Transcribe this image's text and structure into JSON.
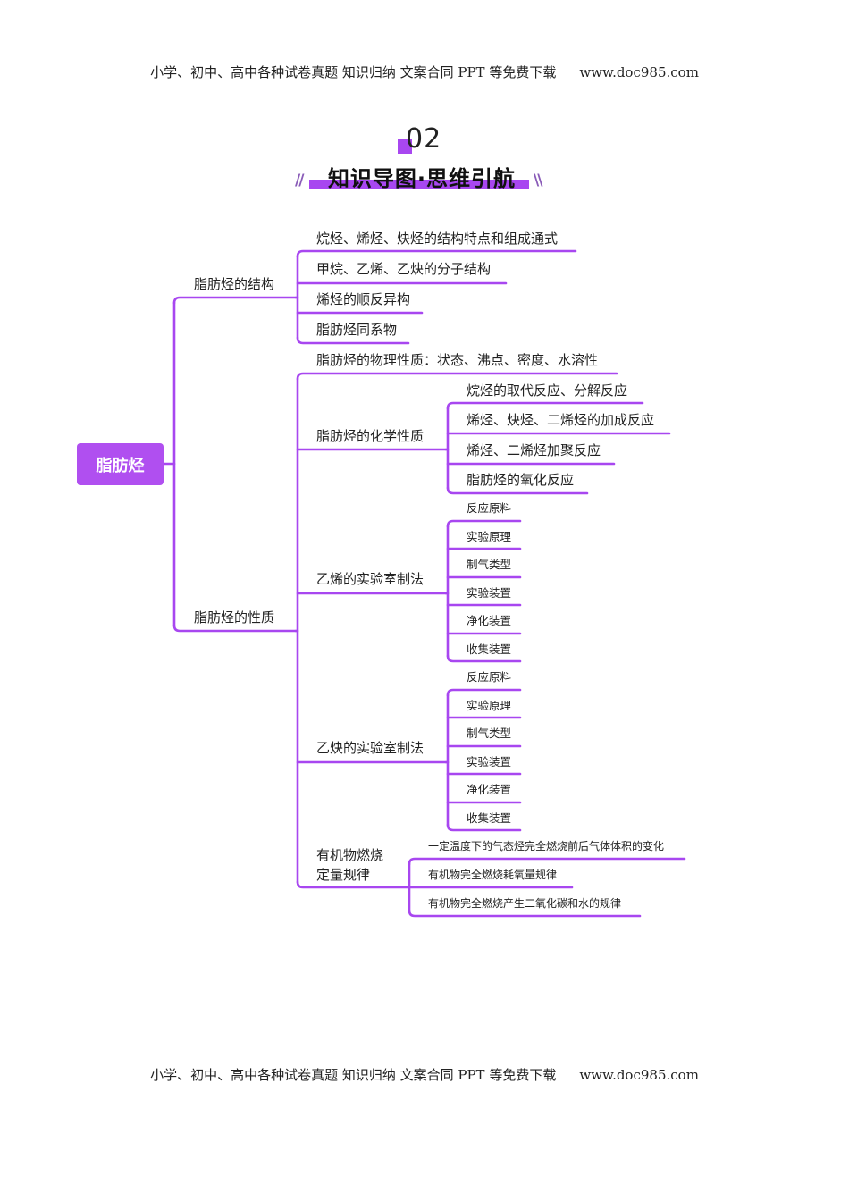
{
  "header": {
    "top_text": "小学、初中、高中各种试卷真题  知识归纳  文案合同  PPT 等免费下载",
    "top_url": "www.doc985.com",
    "bottom_text": "小学、初中、高中各种试卷真题  知识归纳  文案合同  PPT 等免费下载",
    "bottom_url": "www.doc985.com"
  },
  "title": {
    "number": "02",
    "text": "知识导图·思维引航",
    "slash_left": "//",
    "slash_right": "\\\\"
  },
  "colors": {
    "accent": "#a847f0",
    "root_fill": "#b04ff0"
  },
  "mindmap": {
    "root": "脂肪烃",
    "structure": {
      "label": "脂肪烃的结构",
      "items": [
        "烷烃、烯烃、炔烃的结构特点和组成通式",
        "甲烷、乙烯、乙炔的分子结构",
        "烯烃的顺反异构",
        "脂肪烃同系物"
      ]
    },
    "properties": {
      "label": "脂肪烃的性质",
      "physical": "脂肪烃的物理性质：状态、沸点、密度、水溶性",
      "chemical": {
        "label": "脂肪烃的化学性质",
        "items": [
          "烷烃的取代反应、分解反应",
          "烯烃、炔烃、二烯烃的加成反应",
          "烯烃、二烯烃加聚反应",
          "脂肪烃的氧化反应"
        ]
      },
      "ethylene": {
        "label": "乙烯的实验室制法",
        "items": [
          "反应原料",
          "实验原理",
          "制气类型",
          "实验装置",
          "净化装置",
          "收集装置"
        ]
      },
      "acetylene": {
        "label": "乙炔的实验室制法",
        "items": [
          "反应原料",
          "实验原理",
          "制气类型",
          "实验装置",
          "净化装置",
          "收集装置"
        ]
      },
      "combustion": {
        "label_line1": "有机物燃烧",
        "label_line2": "定量规律",
        "items": [
          "一定温度下的气态烃完全燃烧前后气体体积的变化",
          "有机物完全燃烧耗氧量规律",
          "有机物完全燃烧产生二氧化碳和水的规律"
        ]
      }
    }
  }
}
